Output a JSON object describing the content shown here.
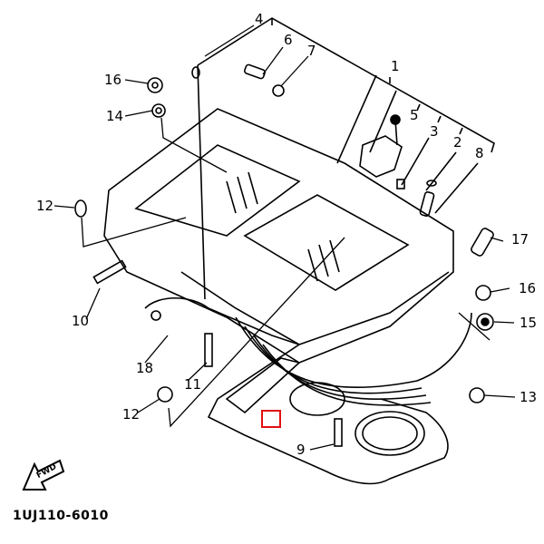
{
  "diagram": {
    "title": "Cylinder head exploded view",
    "part_code": "1UJ110-6010",
    "front_arrow_label": "FWD",
    "highlight_color": "#e01010",
    "line_color": "#000000",
    "callouts": [
      {
        "id": "c4",
        "label": "4"
      },
      {
        "id": "c6",
        "label": "6"
      },
      {
        "id": "c7",
        "label": "7"
      },
      {
        "id": "c1",
        "label": "1"
      },
      {
        "id": "c5",
        "label": "5"
      },
      {
        "id": "c3",
        "label": "3"
      },
      {
        "id": "c2",
        "label": "2"
      },
      {
        "id": "c8",
        "label": "8"
      },
      {
        "id": "c16a",
        "label": "16"
      },
      {
        "id": "c14",
        "label": "14"
      },
      {
        "id": "c12a",
        "label": "12"
      },
      {
        "id": "c17",
        "label": "17"
      },
      {
        "id": "c16b",
        "label": "16"
      },
      {
        "id": "c15",
        "label": "15"
      },
      {
        "id": "c10",
        "label": "10"
      },
      {
        "id": "c18",
        "label": "18"
      },
      {
        "id": "c11",
        "label": "11"
      },
      {
        "id": "c12b",
        "label": "12"
      },
      {
        "id": "c13",
        "label": "13"
      },
      {
        "id": "c9",
        "label": "9"
      }
    ]
  }
}
